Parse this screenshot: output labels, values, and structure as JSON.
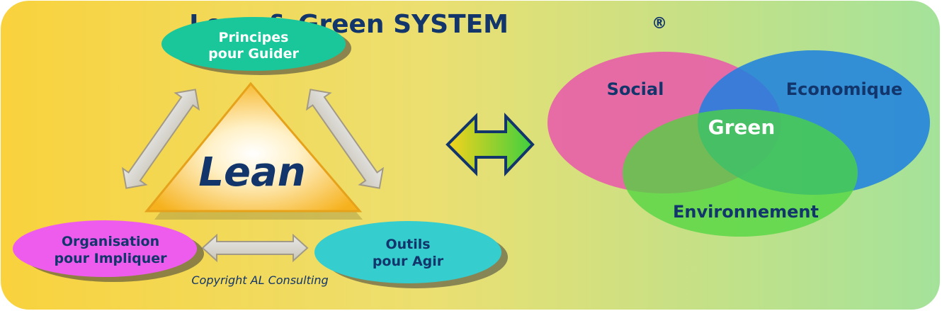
{
  "title": "Lean & Green SYSTEM",
  "title_mark": "®",
  "lean": {
    "center_label": "Lean",
    "top_node": {
      "line1": "Principes",
      "line2": "pour Guider",
      "color": "#19c79a"
    },
    "left_node": {
      "line1": "Organisation",
      "line2": "pour Impliquer",
      "color": "#ee5cee"
    },
    "right_node": {
      "line1": "Outils",
      "line2": "pour Agir",
      "color": "#35cdcd"
    }
  },
  "venn": {
    "social": {
      "label": "Social",
      "color": "#e85ea8"
    },
    "economique": {
      "label": "Economique",
      "color": "#1c7fe0"
    },
    "environnement": {
      "label": "Environnement",
      "color": "#4cd53e"
    },
    "center": {
      "label": "Green"
    }
  },
  "copyright": "Copyright AL Consulting",
  "colors": {
    "background_left": "#f9d23d",
    "background_right": "#a4e29a",
    "text_dark": "#12356b"
  }
}
